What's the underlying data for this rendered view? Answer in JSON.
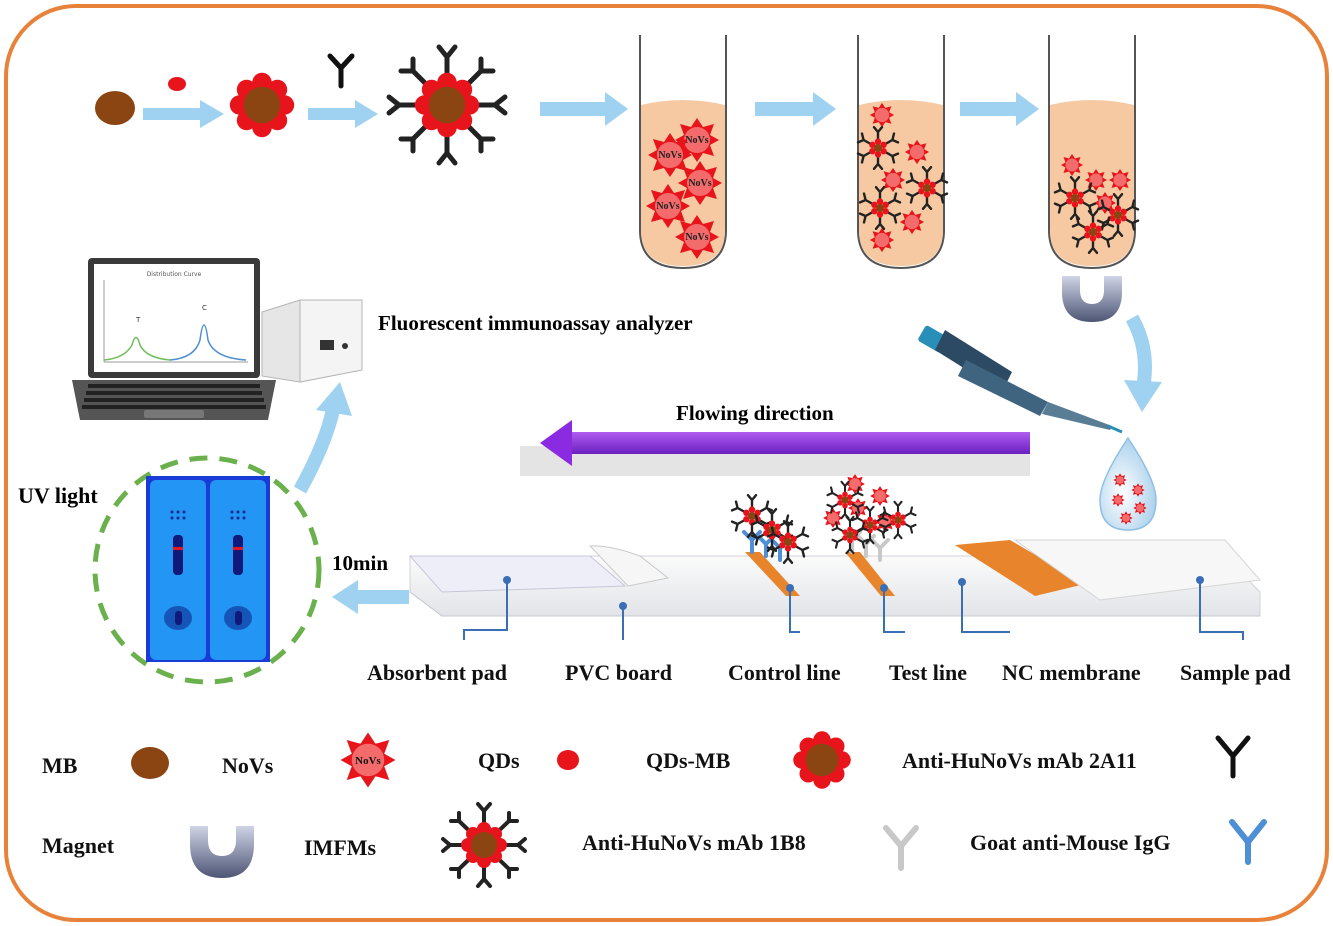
{
  "labels": {
    "analyzer": "Fluorescent immunoassay analyzer",
    "flowing": "Flowing direction",
    "uv": "UV light",
    "time": "10min",
    "screen_title": "Distribution Curve",
    "peak_t": "T",
    "peak_c": "C",
    "novs_tag": "NoVs"
  },
  "strip_parts": [
    "Absorbent pad",
    "PVC board",
    "Control line",
    "Test line",
    "NC membrane",
    "Sample pad"
  ],
  "legend": {
    "mb": "MB",
    "novs": "NoVs",
    "qds": "QDs",
    "qds_mb": "QDs-MB",
    "mab_2a11": "Anti-HuNoVs mAb 2A11",
    "magnet": "Magnet",
    "imfms": "IMFMs",
    "mab_1b8": "Anti-HuNoVs mAb 1B8",
    "goat": "Goat anti-Mouse IgG"
  },
  "colors": {
    "frame": "#e8823a",
    "arrow": "#9fd2f0",
    "purple": "#8a2be2",
    "mb": "#8b4513",
    "qd": "#e8141c",
    "liquid": "#f6c9a2",
    "strip_orange": "#e8842c",
    "antibody_blue": "#4f8fd6",
    "antibody_gray": "#c8c8c8",
    "antibody_black": "#222222",
    "uv_blue": "#1e8ff5",
    "dash_green": "#6ab04c"
  }
}
